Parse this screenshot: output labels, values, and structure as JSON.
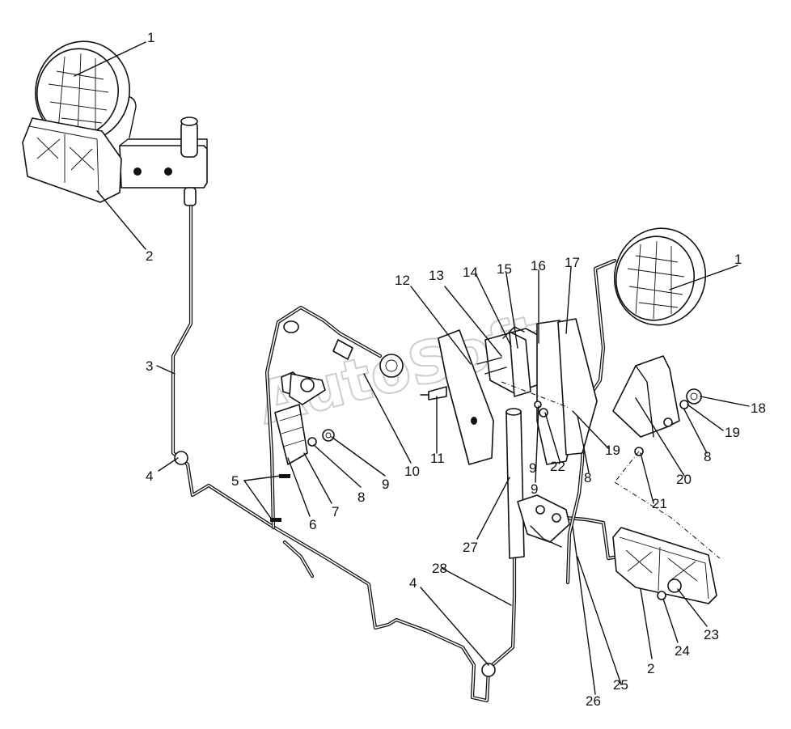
{
  "diagram": {
    "watermark": "AutoSoft",
    "callouts": [
      {
        "id": "c1a",
        "label": "1"
      },
      {
        "id": "c1b",
        "label": "1"
      },
      {
        "id": "c2a",
        "label": "2"
      },
      {
        "id": "c2b",
        "label": "2"
      },
      {
        "id": "c3",
        "label": "3"
      },
      {
        "id": "c4a",
        "label": "4"
      },
      {
        "id": "c4b",
        "label": "4"
      },
      {
        "id": "c5",
        "label": "5"
      },
      {
        "id": "c6",
        "label": "6"
      },
      {
        "id": "c7",
        "label": "7"
      },
      {
        "id": "c8a",
        "label": "8"
      },
      {
        "id": "c8b",
        "label": "8"
      },
      {
        "id": "c8c",
        "label": "8"
      },
      {
        "id": "c9a",
        "label": "9"
      },
      {
        "id": "c9b",
        "label": "9"
      },
      {
        "id": "c9c",
        "label": "9"
      },
      {
        "id": "c10",
        "label": "10"
      },
      {
        "id": "c11",
        "label": "11"
      },
      {
        "id": "c12",
        "label": "12"
      },
      {
        "id": "c13",
        "label": "13"
      },
      {
        "id": "c14",
        "label": "14"
      },
      {
        "id": "c15",
        "label": "15"
      },
      {
        "id": "c16",
        "label": "16"
      },
      {
        "id": "c17",
        "label": "17"
      },
      {
        "id": "c18",
        "label": "18"
      },
      {
        "id": "c19a",
        "label": "19"
      },
      {
        "id": "c19b",
        "label": "19"
      },
      {
        "id": "c20",
        "label": "20"
      },
      {
        "id": "c21",
        "label": "21"
      },
      {
        "id": "c22",
        "label": "22"
      },
      {
        "id": "c23",
        "label": "23"
      },
      {
        "id": "c24",
        "label": "24"
      },
      {
        "id": "c25",
        "label": "25"
      },
      {
        "id": "c26",
        "label": "26"
      },
      {
        "id": "c27",
        "label": "27"
      },
      {
        "id": "c28",
        "label": "28"
      }
    ]
  }
}
